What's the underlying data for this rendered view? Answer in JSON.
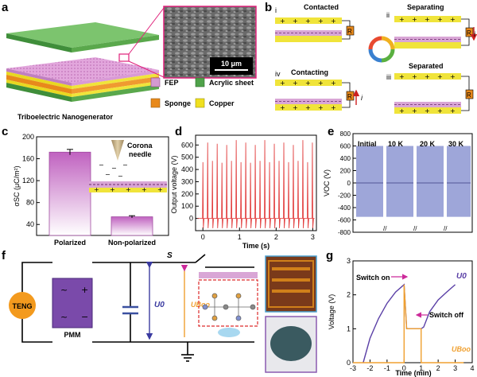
{
  "panels": {
    "a": "a",
    "b": "b",
    "c": "c",
    "d": "d",
    "e": "e",
    "f": "f",
    "g": "g"
  },
  "a": {
    "title": "Triboelectric Nanogenerator",
    "scale_bar": "10 μm",
    "legend": [
      "FEP",
      "Acrylic sheet",
      "Sponge",
      "Copper"
    ],
    "colors": {
      "fep": "#d49ad0",
      "acrylic": "#4fa24a",
      "sponge": "#e8891b",
      "copper": "#f0e020"
    }
  },
  "b": {
    "states": {
      "i": "i",
      "ii": "ii",
      "iii": "iii",
      "iv": "iv"
    },
    "labels": {
      "contacted": "Contacted",
      "separating": "Separating",
      "contacting": "Contacting",
      "separated": "Separated"
    },
    "resistor": "R",
    "current": "i",
    "plus": "+",
    "minus": "−"
  },
  "c": {
    "ylabel": "σSC (μC/m²)",
    "categories": [
      "Polarized",
      "Non-polarized"
    ],
    "annotation": "Corona needle"
  },
  "d": {
    "xlabel": "Time (s)",
    "ylabel": "Output voltage (V)"
  },
  "e": {
    "ylabel": "VOC (V)",
    "labels": [
      "Initial",
      "10 K",
      "20 K",
      "30 K"
    ]
  },
  "f": {
    "teng": "TENG",
    "pmm": "PMM",
    "switch": "S",
    "u0": "U0",
    "uboo": "UBoo",
    "ac": "~",
    "plus": "+",
    "minus": "−"
  },
  "g": {
    "xlabel": "Time (min)",
    "ylabel": "Voltage (V)",
    "switch_on": "Switch on",
    "switch_off": "Switch off",
    "u0": "U0",
    "uboo": "UBoo"
  },
  "chart_data": [
    {
      "type": "bar",
      "panel": "c",
      "categories": [
        "Polarized",
        "Non-polarized"
      ],
      "values": [
        172,
        54
      ],
      "errors": [
        5,
        2
      ],
      "xlabel": "",
      "ylabel": "σSC (μC/m²)",
      "ylim": [
        20,
        200
      ],
      "yticks": [
        40,
        80,
        120,
        160,
        200
      ]
    },
    {
      "type": "line",
      "panel": "d",
      "xlabel": "Time (s)",
      "ylabel": "Output voltage (V)",
      "xlim": [
        -0.2,
        3.1
      ],
      "ylim": [
        -100,
        680
      ],
      "xticks": [
        0,
        1,
        2,
        3
      ],
      "yticks": [
        0,
        100,
        200,
        300,
        400,
        500,
        600
      ],
      "series": [
        {
          "color": "#e03030",
          "peaks": [
            {
              "t": 0.0,
              "v": 460
            },
            {
              "t": 0.13,
              "v": 620
            },
            {
              "t": 0.26,
              "v": 470
            },
            {
              "t": 0.39,
              "v": 610
            },
            {
              "t": 0.52,
              "v": 455
            },
            {
              "t": 0.65,
              "v": 600
            },
            {
              "t": 0.78,
              "v": 470
            },
            {
              "t": 0.91,
              "v": 640
            },
            {
              "t": 1.04,
              "v": 460
            },
            {
              "t": 1.17,
              "v": 620
            },
            {
              "t": 1.3,
              "v": 455
            },
            {
              "t": 1.43,
              "v": 600
            },
            {
              "t": 1.56,
              "v": 470
            },
            {
              "t": 1.69,
              "v": 640
            },
            {
              "t": 1.82,
              "v": 460
            },
            {
              "t": 1.95,
              "v": 610
            },
            {
              "t": 2.08,
              "v": 470
            },
            {
              "t": 2.21,
              "v": 620
            },
            {
              "t": 2.34,
              "v": 460
            },
            {
              "t": 2.47,
              "v": 600
            },
            {
              "t": 2.6,
              "v": 470
            },
            {
              "t": 2.73,
              "v": 640
            },
            {
              "t": 2.86,
              "v": 460
            },
            {
              "t": 2.99,
              "v": 620
            }
          ],
          "troughs_min": -80
        }
      ]
    },
    {
      "type": "area",
      "panel": "e",
      "ylabel": "VOC (V)",
      "ylim": [
        -800,
        800
      ],
      "yticks": [
        -800,
        -600,
        -400,
        -200,
        0,
        200,
        400,
        600,
        800
      ],
      "segments": [
        "Initial",
        "10 K",
        "20 K",
        "30 K"
      ],
      "amplitude_max": 600,
      "amplitude_min": -550,
      "color": "#7e88cc"
    },
    {
      "type": "line",
      "panel": "g",
      "xlabel": "Time (min)",
      "ylabel": "Voltage (V)",
      "xlim": [
        -3,
        4
      ],
      "ylim": [
        0,
        3
      ],
      "xticks": [
        -3,
        -2,
        -1,
        0,
        1,
        2,
        3,
        4
      ],
      "yticks": [
        0,
        1,
        2,
        3
      ],
      "series": [
        {
          "name": "U0",
          "color": "#5a3fa6",
          "points": [
            [
              -2.4,
              0
            ],
            [
              -2,
              0.72
            ],
            [
              -1.5,
              1.3
            ],
            [
              -1,
              1.75
            ],
            [
              -0.5,
              2.08
            ],
            [
              0,
              2.3
            ],
            [
              0.15,
              1.0
            ],
            [
              1,
              1.0
            ],
            [
              1.15,
              1.05
            ],
            [
              1.5,
              1.5
            ],
            [
              2,
              1.85
            ],
            [
              2.5,
              2.08
            ],
            [
              3,
              2.3
            ]
          ]
        },
        {
          "name": "UBoo",
          "color": "#f0a030",
          "points": [
            [
              -3,
              0
            ],
            [
              0,
              0
            ],
            [
              0,
              2.3
            ],
            [
              0.15,
              1.0
            ],
            [
              1,
              1.0
            ],
            [
              1,
              0
            ],
            [
              3.5,
              0
            ]
          ]
        }
      ]
    }
  ]
}
